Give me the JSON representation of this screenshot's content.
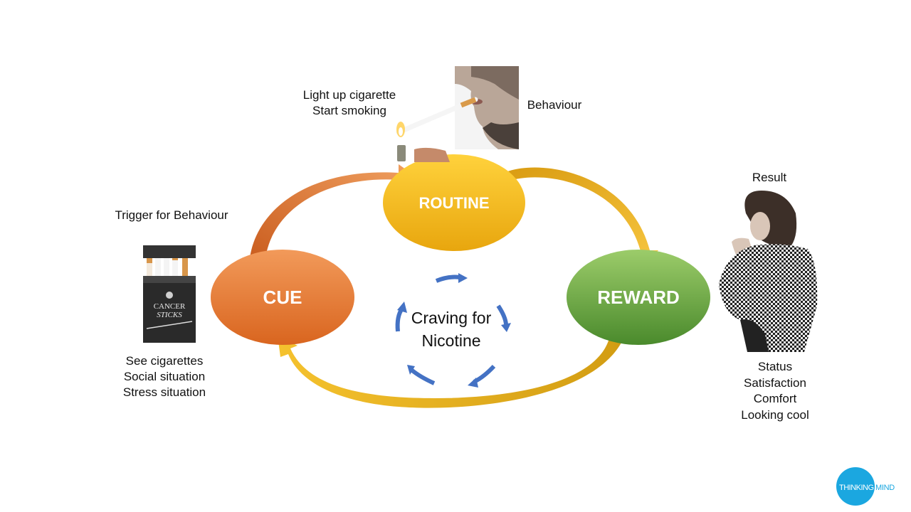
{
  "nodes": {
    "routine": "ROUTINE",
    "cue": "CUE",
    "reward": "REWARD"
  },
  "center": {
    "line1": "Craving for",
    "line2": "Nicotine"
  },
  "routine_side": {
    "caption_lines": [
      "Light up cigarette",
      "Start smoking"
    ],
    "label": "Behaviour"
  },
  "cue_side": {
    "label": "Trigger for Behaviour",
    "caption_lines": [
      "See cigarettes",
      "Social situation",
      "Stress situation"
    ],
    "pack_text_line1": "CANCER",
    "pack_text_line2": "STICKS"
  },
  "reward_side": {
    "label": "Result",
    "caption_lines": [
      "Status",
      "Satisfaction",
      "Comfort",
      "Looking cool"
    ]
  },
  "logo": {
    "word1": "THINKING",
    "word2": "MIND"
  },
  "colors": {
    "routine": "#f5b91a",
    "cue": "#e8772e",
    "reward": "#5e9e3a",
    "arrow_orange": "#e07a30",
    "arrow_gold": "#e2a81a",
    "cycle_blue": "#4472c4",
    "logo": "#1ba7e0"
  }
}
